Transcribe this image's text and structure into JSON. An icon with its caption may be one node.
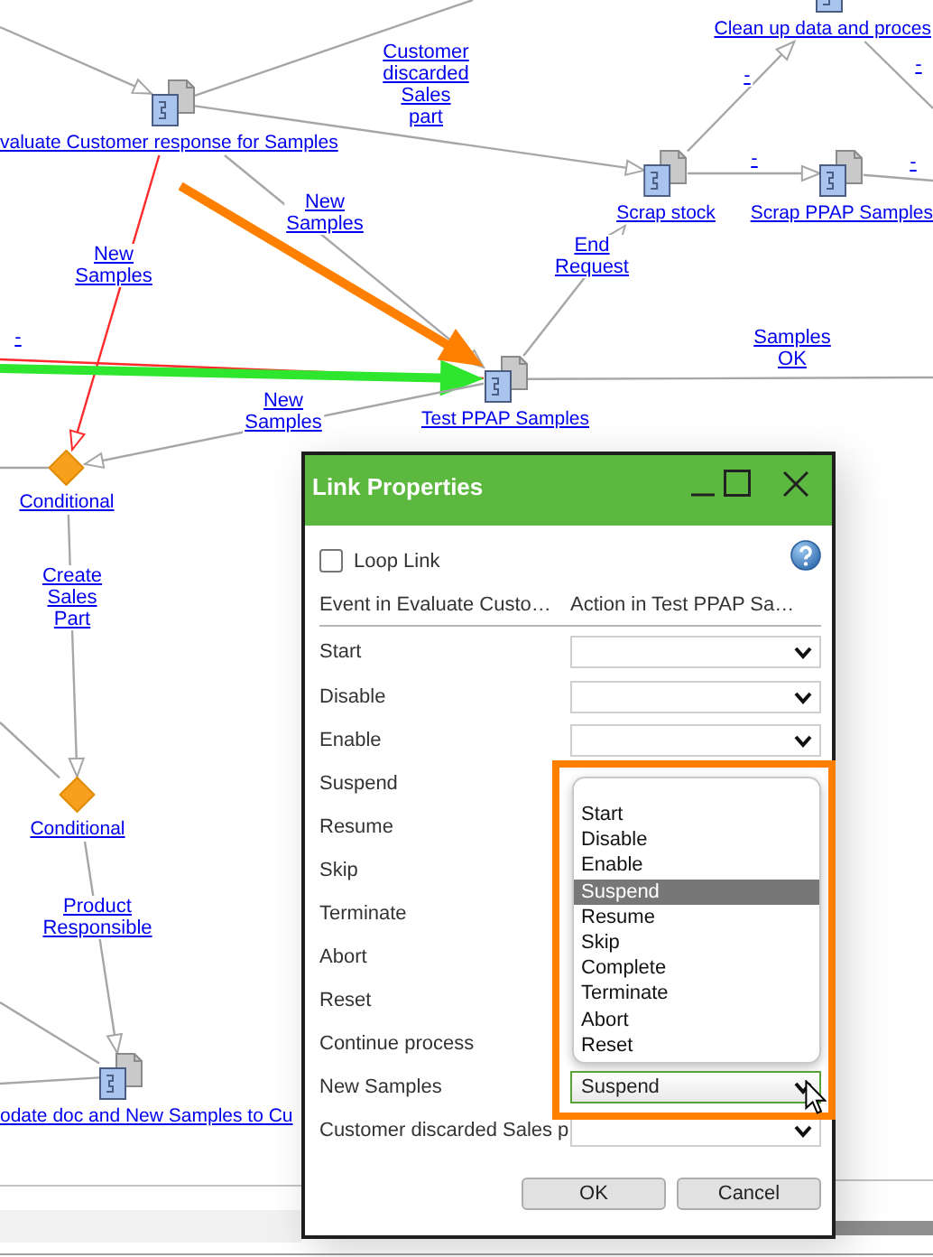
{
  "diagram": {
    "nodes": [
      {
        "text": [
          "Clean up data and proces"
        ]
      },
      {
        "text": [
          "valuate Customer response for Samples"
        ]
      },
      {
        "text": [
          "Scrap stock"
        ]
      },
      {
        "text": [
          "Scrap PPAP Samples"
        ]
      },
      {
        "text": [
          "Test PPAP Samples"
        ]
      },
      {
        "text": [
          "Conditional"
        ]
      },
      {
        "text": [
          "Conditional"
        ]
      },
      {
        "text": [
          "odate doc and New Samples to Cu"
        ]
      }
    ],
    "edges": [
      {
        "from": null,
        "to": 1,
        "arrow": "to"
      },
      {
        "from": 1,
        "to": null,
        "arrow": "none"
      },
      {
        "from": 1,
        "to": 2,
        "arrow": "to",
        "label": "Customer discarded Sales part"
      },
      {
        "from": 1,
        "to": 4,
        "arrow": "to",
        "label": "New Samples"
      },
      {
        "from": 1,
        "to": 5,
        "arrow": "to",
        "label": "New Samples",
        "color": "#ff2a2a"
      },
      {
        "from": null,
        "to": 4,
        "arrow": "none",
        "label": "-",
        "color": "#ff2a2a"
      },
      {
        "from": null,
        "to": 4,
        "arrow": "to",
        "style": "thick",
        "color": "#2ee62e"
      },
      {
        "from": null,
        "to": 4,
        "arrow": "to",
        "style": "thick",
        "color": "#ff8000"
      },
      {
        "from": 4,
        "to": 2,
        "arrow": "to",
        "label": "End Request"
      },
      {
        "from": 4,
        "to": null,
        "arrow": "none",
        "label": "Samples OK"
      },
      {
        "from": 2,
        "to": 0,
        "arrow": "to",
        "label": "-"
      },
      {
        "from": 0,
        "to": null,
        "arrow": "none",
        "label": "-"
      },
      {
        "from": 2,
        "to": 3,
        "arrow": "to",
        "label": "-"
      },
      {
        "from": 3,
        "to": null,
        "arrow": "none",
        "label": "-"
      },
      {
        "from": 4,
        "to": 5,
        "arrow": "to",
        "label": "New Samples"
      },
      {
        "from": null,
        "to": 5,
        "arrow": "none"
      },
      {
        "from": 5,
        "to": 6,
        "arrow": "to",
        "label": "Create Sales Part"
      },
      {
        "from": null,
        "to": 6,
        "arrow": "none"
      },
      {
        "from": 6,
        "to": 7,
        "arrow": "to",
        "label": "Product Responsible"
      },
      {
        "from": null,
        "to": 7,
        "arrow": "none"
      },
      {
        "from": null,
        "to": 7,
        "arrow": "none"
      }
    ],
    "labels": [
      "Link Properties",
      "Loop Link",
      "Event in Evaluate Custo…",
      "Action in Test PPAP Sa…",
      "Start",
      "Disable",
      "Enable",
      "Suspend",
      "Resume",
      "Skip",
      "Terminate",
      "Abort",
      "Reset",
      "Continue process",
      "Start",
      "Disable",
      "Enable",
      "Suspend",
      "Resume",
      "Skip",
      "Complete",
      "Terminate",
      "Abort",
      "Reset",
      "New Samples",
      "Suspend",
      "Customer discarded Sales p",
      "OK",
      "Cancel"
    ]
  }
}
